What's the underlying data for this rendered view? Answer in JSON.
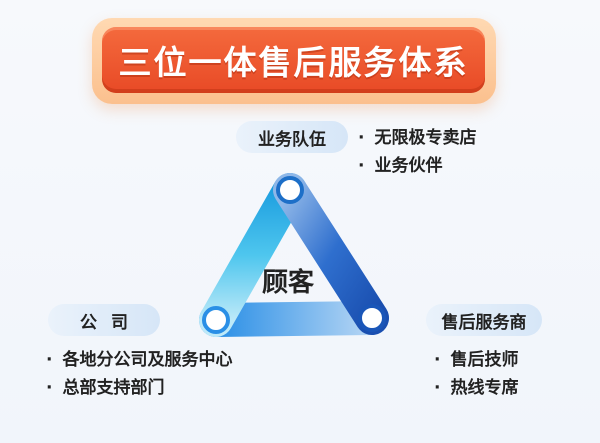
{
  "title": "三位一体售后服务体系",
  "center": "顾客",
  "nodes": {
    "team": {
      "label": "业务队伍",
      "items": [
        "无限极专卖店",
        "业务伙伴"
      ]
    },
    "company": {
      "label": "公司",
      "items": [
        "各地分公司及服务中心",
        "总部支持部门"
      ]
    },
    "service": {
      "label": "售后服务商",
      "items": [
        "售后技师",
        "热线专席"
      ]
    }
  },
  "colors": {
    "title_bg": "#ee5a30",
    "title_frame": "#fcc89a",
    "triangle_light": "#5fd0f2",
    "triangle_dark": "#1a56b8",
    "pill_bg": "#dde9f6"
  }
}
